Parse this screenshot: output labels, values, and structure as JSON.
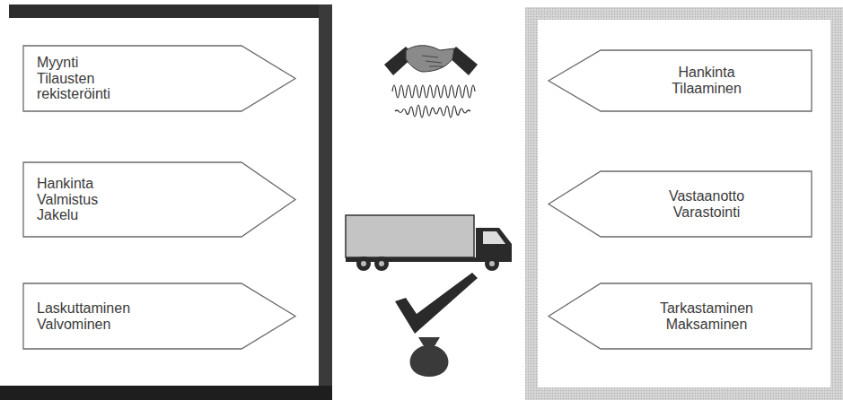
{
  "diagram": {
    "nodes": [
      {
        "text": [
          "Myynti",
          "Tilausten rekisteröinti"
        ]
      },
      {
        "text": [
          "Hankinta",
          "Valmistus",
          "Jakelu"
        ]
      },
      {
        "text": [
          "Laskuttaminen",
          "Valvominen"
        ]
      },
      {
        "text": [
          "Hankinta",
          "Tilaaminen"
        ]
      },
      {
        "text": [
          "Vastaanotto",
          "Varastointi"
        ]
      },
      {
        "text": [
          "Tarkastaminen",
          "Maksaminen"
        ]
      }
    ]
  }
}
